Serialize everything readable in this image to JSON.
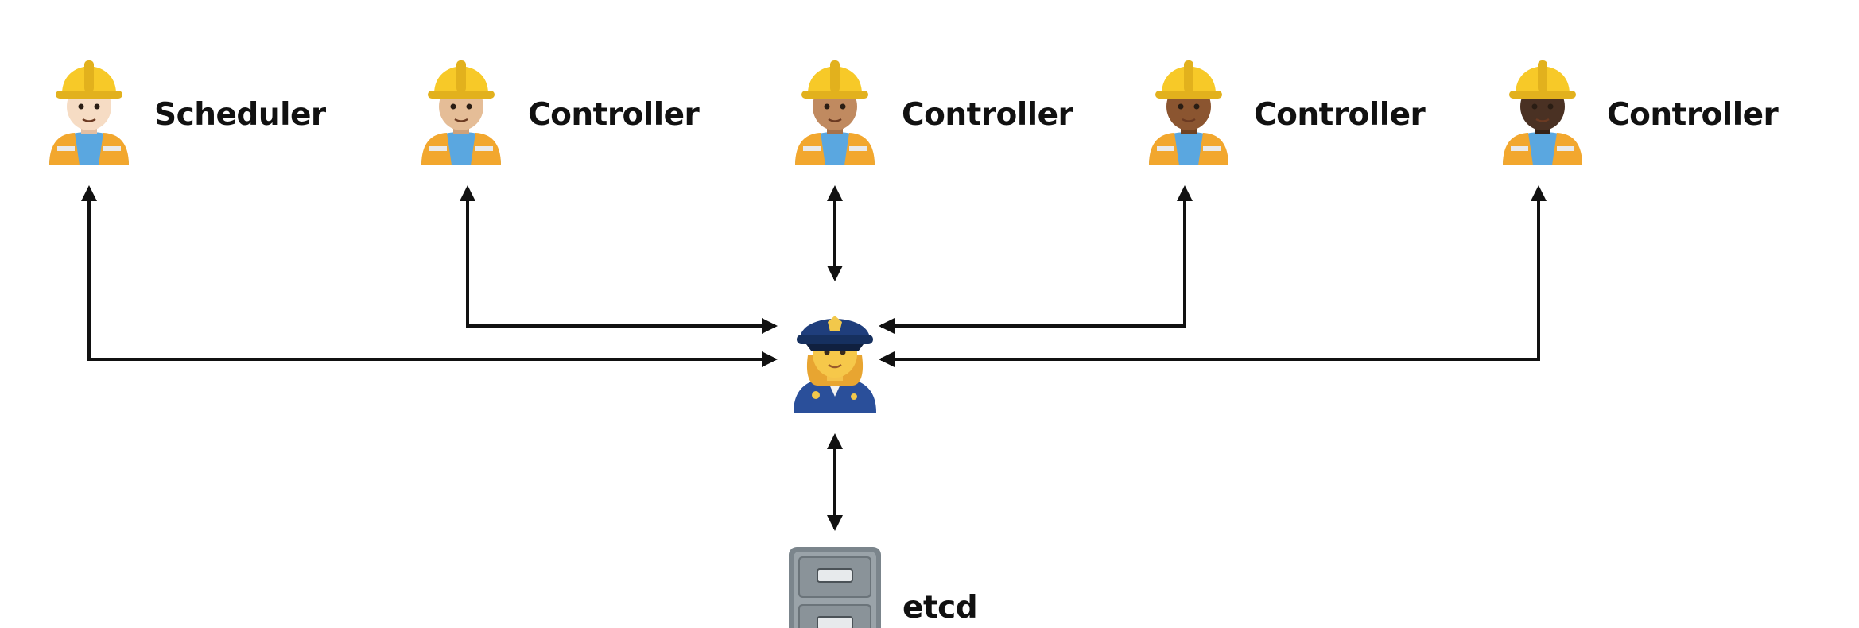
{
  "nodes": {
    "workers": [
      {
        "label": "Scheduler",
        "skin": "#f6dcc4",
        "skin_shade": "#e3bfa3"
      },
      {
        "label": "Controller",
        "skin": "#e5bd97",
        "skin_shade": "#cfa27b"
      },
      {
        "label": "Controller",
        "skin": "#c08a60",
        "skin_shade": "#a6724b"
      },
      {
        "label": "Controller",
        "skin": "#8b5530",
        "skin_shade": "#6f4223"
      },
      {
        "label": "Controller",
        "skin": "#4a3123",
        "skin_shade": "#352218"
      }
    ],
    "api_server": {
      "icon": "police-officer-icon"
    },
    "etcd": {
      "label": "etcd",
      "icon": "file-cabinet-icon"
    }
  },
  "colors": {
    "arrow": "#111111",
    "helmet": "#f7c928",
    "vest": "#f2a72e",
    "shirt": "#5aa7e0",
    "police_uniform": "#2a4f9a",
    "cabinet": "#7b858c"
  }
}
